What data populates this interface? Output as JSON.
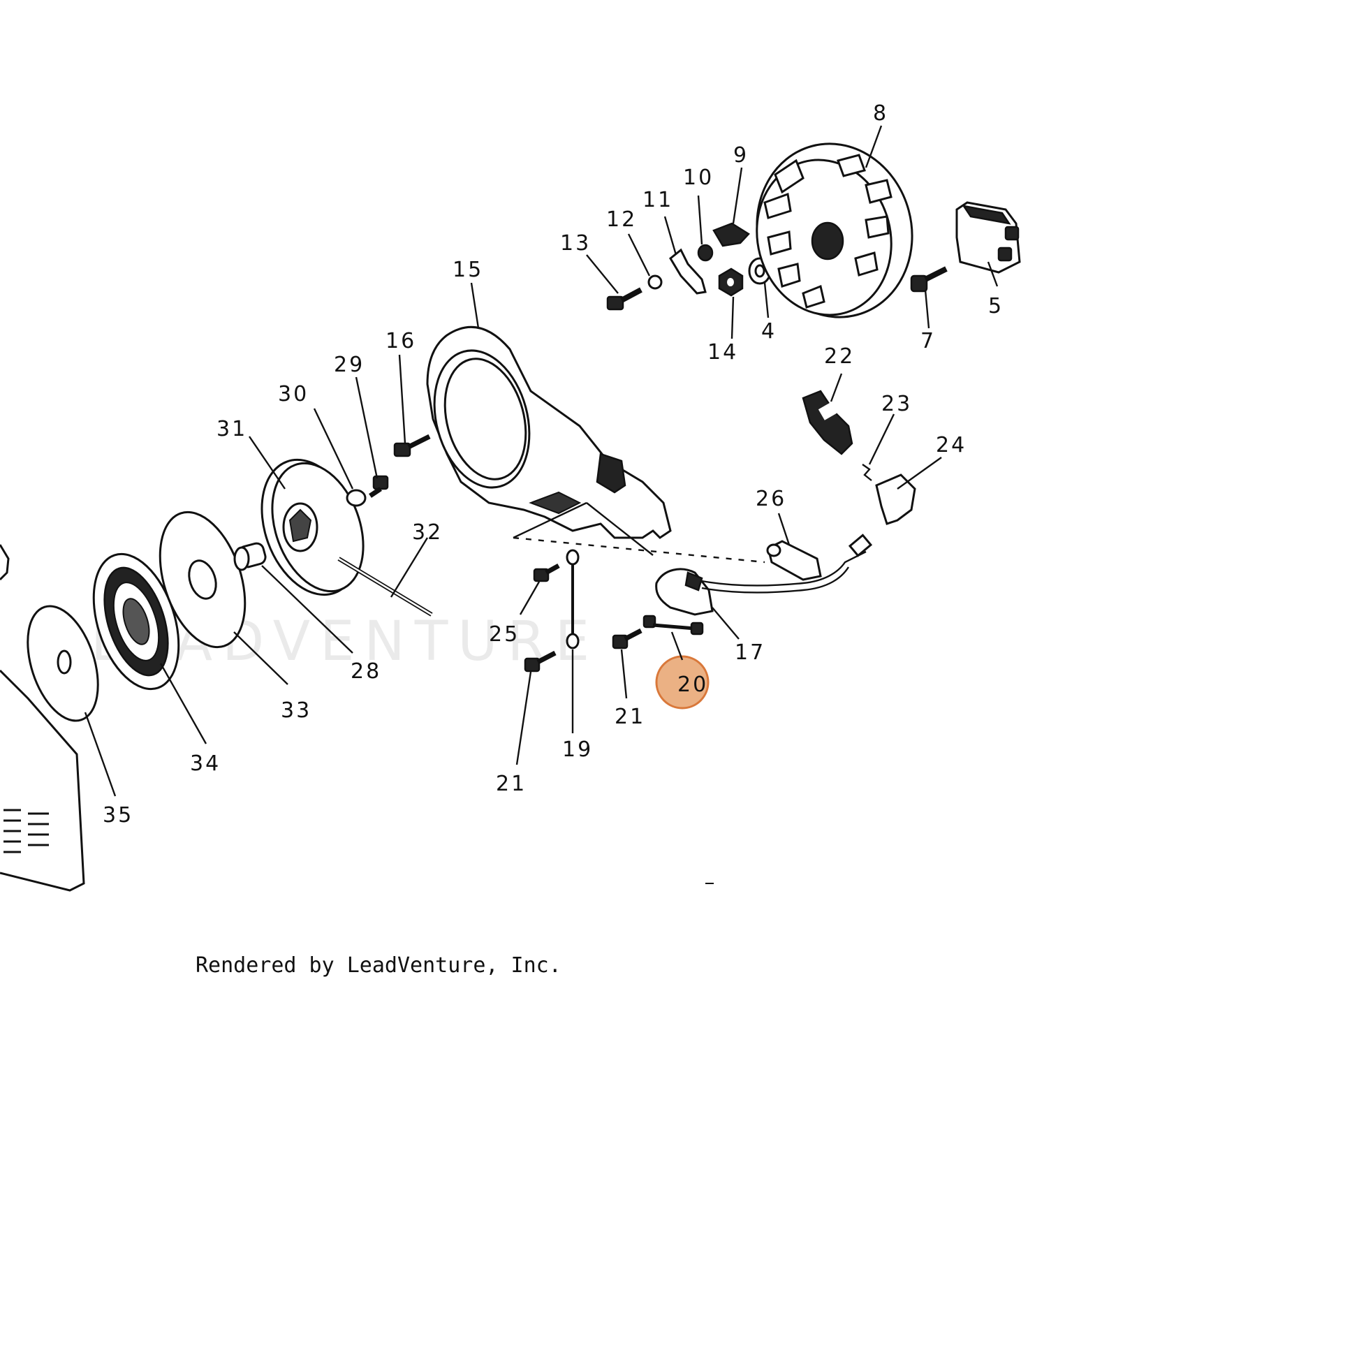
{
  "diagram": {
    "watermark_text": "LEADVENTURE",
    "credit": "Rendered by LeadVenture, Inc.",
    "highlight_color": "#E8A36F",
    "highlighted_part": "20",
    "callouts": [
      "8",
      "9",
      "10",
      "11",
      "12",
      "13",
      "15",
      "14",
      "4",
      "7",
      "5",
      "16",
      "29",
      "30",
      "31",
      "22",
      "23",
      "24",
      "26",
      "32",
      "25",
      "28",
      "17",
      "20",
      "21",
      "33",
      "34",
      "19",
      "21",
      "35"
    ]
  }
}
